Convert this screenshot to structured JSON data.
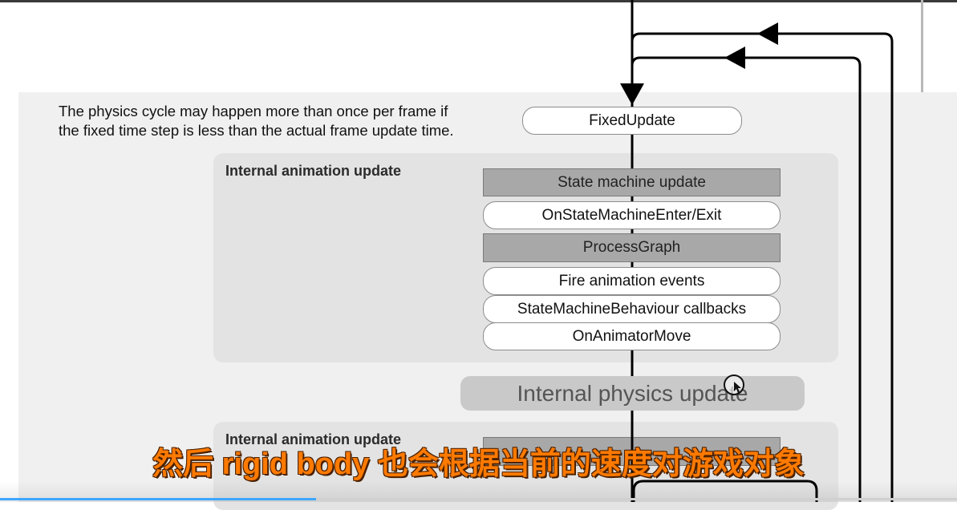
{
  "note": {
    "line1": "The physics cycle may happen more than once per frame if",
    "line2": "the fixed time step is less than the actual frame update time."
  },
  "nodes": {
    "fixed_update": "FixedUpdate",
    "state_machine_update": "State machine update",
    "on_state_machine_enter_exit": "OnStateMachineEnter/Exit",
    "process_graph": "ProcessGraph",
    "fire_animation_events": "Fire animation events",
    "state_machine_behaviour_callbacks": "StateMachineBehaviour callbacks",
    "on_animator_move": "OnAnimatorMove",
    "internal_physics_update": "Internal physics update"
  },
  "groups": {
    "animation_update_1": "Internal animation update",
    "animation_update_2": "Internal animation update"
  },
  "subtitle": "然后 rigid body 也会根据当前的速度对游戏对象",
  "video": {
    "progress": 0.33
  },
  "colors": {
    "subtitle": "#ff7a00",
    "progress": "#3ea6ff",
    "process_box": "#a8a8a8"
  }
}
